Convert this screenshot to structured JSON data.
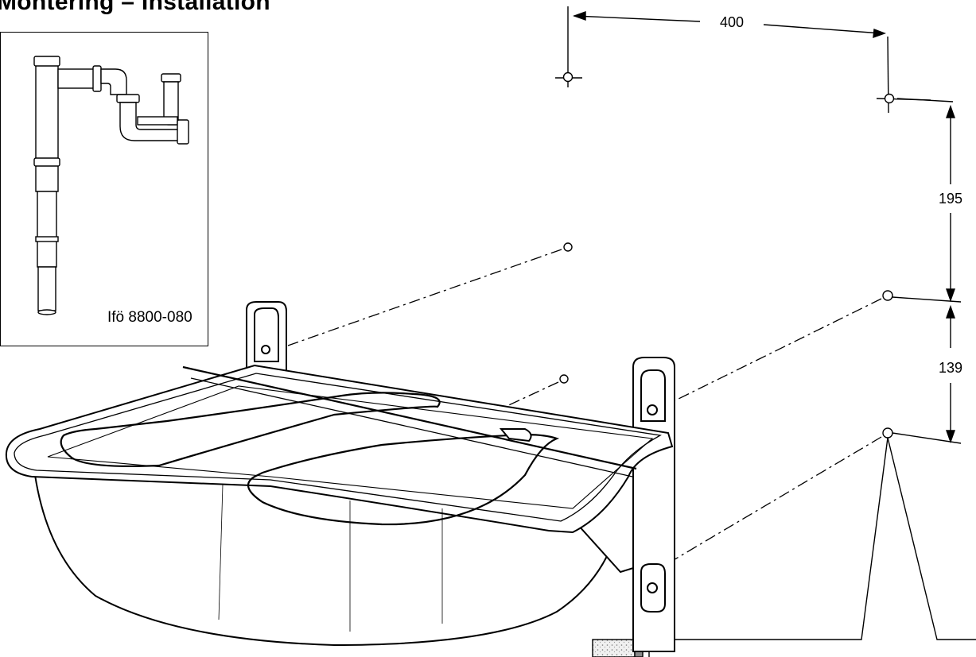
{
  "title": "Montering – Installation",
  "inset": {
    "part_label": "Ifö 8800-080"
  },
  "dimensions": {
    "width": "400",
    "upper_height": "195",
    "lower_height": "139"
  }
}
